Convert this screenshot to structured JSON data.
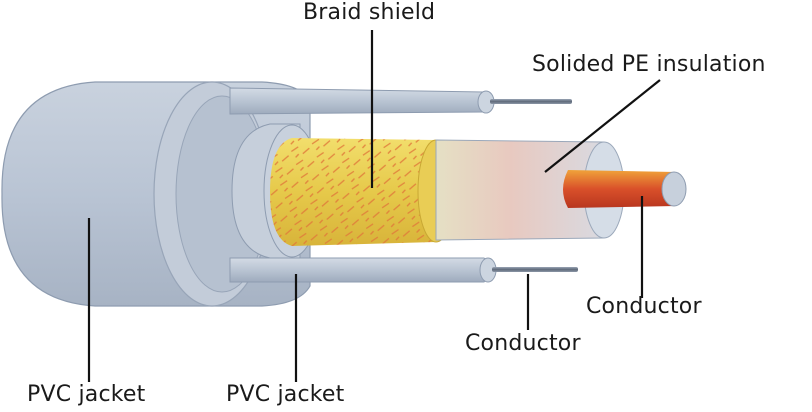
{
  "labels": {
    "braid_shield": "Braid shield",
    "pe_insulation": "Solided  PE insulation",
    "conductor_inner": "Conductor",
    "conductor_outer": "Conductor",
    "pvc_jacket_outer": "PVC jacket",
    "pvc_jacket_inner": "PVC jacket"
  },
  "colors": {
    "jacket": "#b9c4d4",
    "jacket_edge": "#8e9cb0",
    "braid": "#e6c94a",
    "braid_pattern": "#e07a3a",
    "insulation": "#d8dee6",
    "conductor": "#d9502a",
    "wire": "#6f7a8a",
    "leader": "#111111"
  }
}
